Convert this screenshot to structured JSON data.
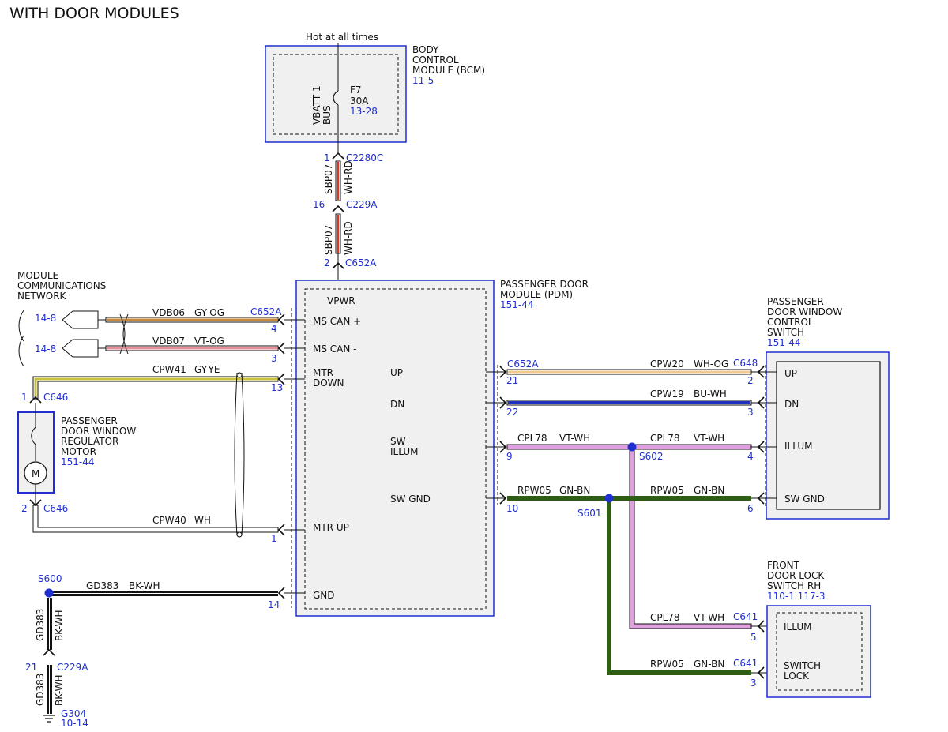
{
  "title": "WITH DOOR MODULES",
  "colors": {
    "module_border": "#1f2fd0",
    "ref_text": "#1f2fd0",
    "module_fill": "#f0f0f0",
    "wh_rd": "#d23a2a",
    "gy_og": "#c8883a",
    "vt_og": "#e8909a",
    "gy_ye": "#c8c040",
    "wh_og": "#f0c890",
    "bu_wh": "#2030c0",
    "vt_wh": "#e0a0e0",
    "gn_bn": "#2e5e14",
    "bk_wh": "#111111"
  },
  "bcm": {
    "name": "BODY\nCONTROL\nMODULE (BCM)",
    "ref": "11-5",
    "supply": "Hot at all times",
    "bus_label": "VBATT 1\nBUS",
    "fuse_name": "F7",
    "fuse_rating": "30A",
    "fuse_ref": "13-28"
  },
  "feed_wire": {
    "pin_top": "1",
    "connector_top": "C2280C",
    "circuit": "SBP07",
    "color": "WH-RD",
    "pin_mid": "16",
    "connector_mid": "C229A",
    "pin_bottom": "2",
    "connector_bottom": "C652A"
  },
  "network": {
    "name": "MODULE\nCOMMUNICATIONS\nNETWORK",
    "ref_high": "14-8",
    "ref_low": "14-8"
  },
  "pdm": {
    "name": "PASSENGER DOOR\nMODULE (PDM)",
    "ref": "151-44",
    "pins": {
      "vpwr": "VPWR",
      "ms_can_high": "MS CAN +",
      "ms_can_low": "MS CAN -",
      "mtr_down": "MTR\nDOWN",
      "mtr_up": "MTR UP",
      "gnd": "GND",
      "up": "UP",
      "dn": "DN",
      "sw_illum": "SW\nILLUM",
      "sw_gnd": "SW GND"
    }
  },
  "left_wires": {
    "can_high": {
      "circuit": "VDB06",
      "color": "GY-OG",
      "connector": "C652A",
      "pin": "4"
    },
    "can_low": {
      "circuit": "VDB07",
      "color": "VT-OG",
      "pin": "3"
    },
    "mtr_down": {
      "circuit": "CPW41",
      "color": "GY-YE",
      "pin": "13"
    },
    "mtr_up": {
      "circuit": "CPW40",
      "color": "WH",
      "pin": "1"
    },
    "gnd": {
      "circuit": "GD383",
      "color": "BK-WH",
      "pin": "14"
    }
  },
  "motor": {
    "name": "PASSENGER\nDOOR WINDOW\nREGULATOR\nMOTOR",
    "ref": "151-44",
    "symbol": "M",
    "pin_top": "1",
    "connector_top": "C646",
    "pin_bottom": "2",
    "connector_bottom": "C646"
  },
  "ground": {
    "splice": "S600",
    "circuit": "GD383",
    "color": "BK-WH",
    "pin": "21",
    "connector": "C229A",
    "ground_point": "G304",
    "ground_ref": "10-14"
  },
  "switch": {
    "name": "PASSENGER\nDOOR WINDOW\nCONTROL\nSWITCH",
    "ref": "151-44",
    "pins": {
      "up": "UP",
      "dn": "DN",
      "illum": "ILLUM",
      "sw_gnd": "SW GND"
    }
  },
  "right_wires": {
    "pdm_connector": "C652A",
    "switch_connector": "C648",
    "up": {
      "circuit": "CPW20",
      "color": "WH-OG",
      "pdm_pin": "21",
      "sw_pin": "2"
    },
    "dn": {
      "circuit": "CPW19",
      "color": "BU-WH",
      "pdm_pin": "22",
      "sw_pin": "3"
    },
    "illum_left": {
      "circuit": "CPL78",
      "color": "VT-WH",
      "pdm_pin": "9"
    },
    "illum_right": {
      "circuit": "CPL78",
      "color": "VT-WH",
      "sw_pin": "4"
    },
    "splice_illum": "S602",
    "gnd_left": {
      "circuit": "RPW05",
      "color": "GN-BN",
      "pdm_pin": "10"
    },
    "gnd_right": {
      "circuit": "RPW05",
      "color": "GN-BN",
      "sw_pin": "6"
    },
    "splice_gnd": "S601",
    "lock_illum": {
      "circuit": "CPL78",
      "color": "VT-WH",
      "connector": "C641",
      "pin": "5"
    },
    "lock_gnd": {
      "circuit": "RPW05",
      "color": "GN-BN",
      "connector": "C641",
      "pin": "3"
    }
  },
  "lock_switch": {
    "name": "FRONT\nDOOR LOCK\nSWITCH RH",
    "ref": "110-1  117-3",
    "pins": {
      "illum": "ILLUM",
      "switch_lock": "SWITCH\nLOCK"
    }
  }
}
